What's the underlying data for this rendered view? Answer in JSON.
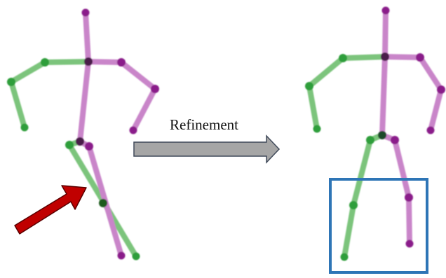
{
  "diagram": {
    "arrow_label": "Refinement",
    "colors": {
      "limb_green": "#7cc47c",
      "limb_magenta": "#c985c9",
      "joint_green": "#2e9e3a",
      "joint_magenta": "#8a1f8a",
      "joint_dark": "#4a1c4a",
      "error_arrow": "#c00000",
      "refinement_arrow_fill": "#a6a6a6",
      "refinement_arrow_stroke": "#404a5a",
      "highlight_box": "#2e75b6"
    },
    "skeletons": [
      {
        "name": "before-refinement",
        "pose": "legs-crossed"
      },
      {
        "name": "after-refinement",
        "pose": "legs-corrected"
      }
    ],
    "annotations": {
      "error_pointer": "red-arrow-pointing-to-crossed-legs",
      "highlight": "blue-box-around-refined-legs"
    }
  }
}
